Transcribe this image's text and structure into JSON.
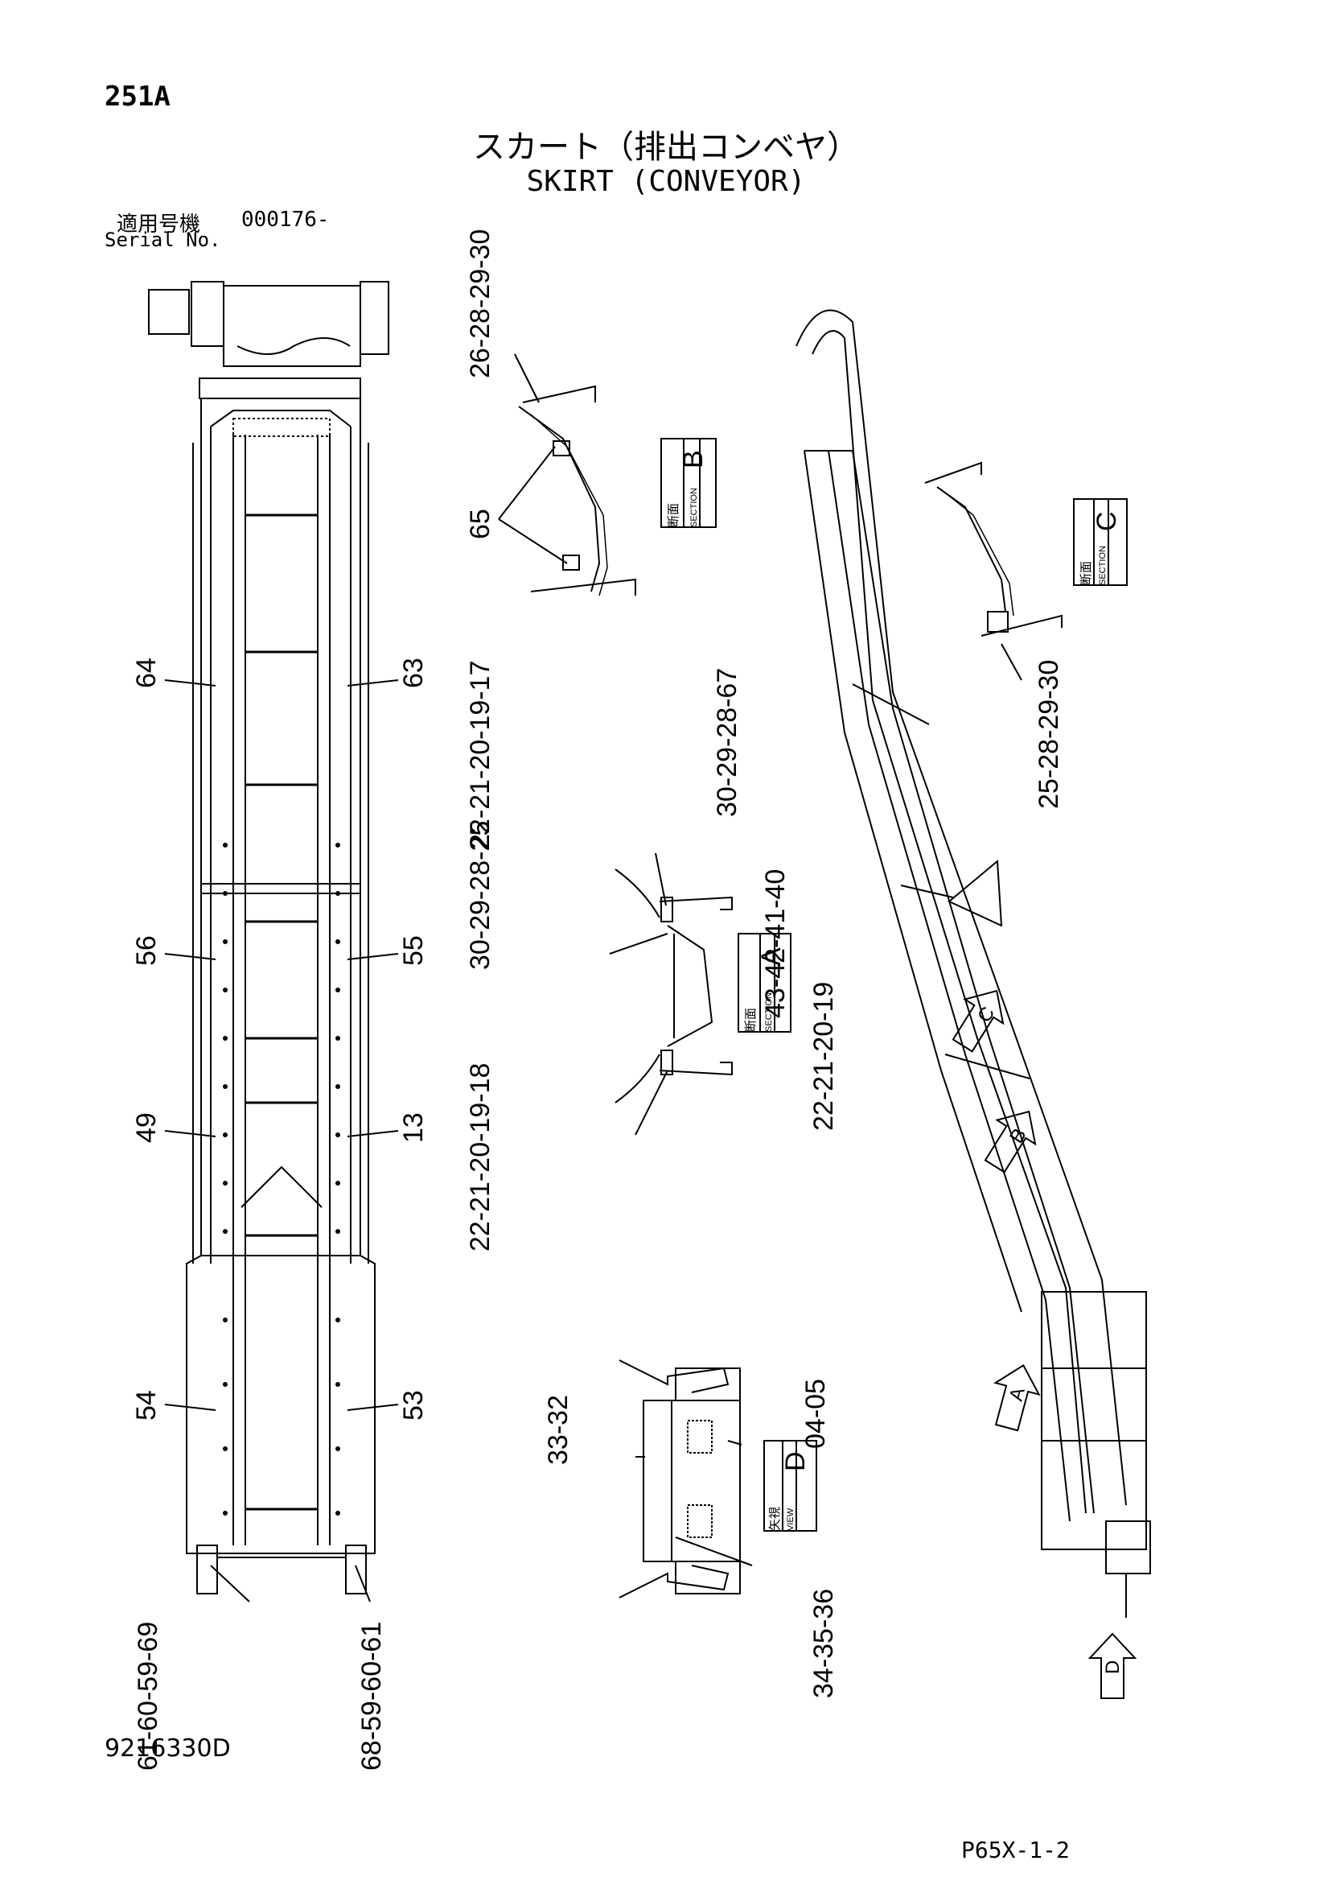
{
  "header": {
    "page_number": "251A",
    "title_jp": "スカート（排出コンベヤ）",
    "title_en": "SKIRT (CONVEYOR)",
    "serial_label_jp": "適用号機",
    "serial_value": "000176-",
    "serial_label_en": "Serial No."
  },
  "footer": {
    "drawing_number": "9216330D",
    "page_code": "P65X-1-2"
  },
  "callouts": {
    "c64": "64",
    "c63": "63",
    "c56": "56",
    "c55": "55",
    "c49": "49",
    "c13": "13",
    "c54": "54",
    "c53": "53",
    "c_bl": "61-60-59-69",
    "c_br": "68-59-60-61",
    "c_b_top": "26-28-29-30",
    "c_b_65": "65",
    "c_a_top": "22-21-20-19-17",
    "c_a_mid": "30-29-28-25",
    "c_a_bot": "22-21-20-19-18",
    "c_d_left": "33-32",
    "c_d_right": "04-05",
    "c_d_bot": "34-35-36",
    "c_r_67": "30-29-28-67",
    "c_r_40": "43-42-41-40",
    "c_r_19": "22-21-20-19",
    "c_c_bot": "25-28-29-30"
  },
  "section_boxes": {
    "B": {
      "letter": "B",
      "kanji": "断面",
      "sub": "SECTION"
    },
    "C": {
      "letter": "C",
      "kanji": "断面",
      "sub": "SECTION"
    },
    "A": {
      "letter": "A",
      "kanji": "断面",
      "sub": "SECTION"
    },
    "D": {
      "letter": "D",
      "kanji": "矢視",
      "sub": "VIEW"
    }
  },
  "view_arrows": {
    "A": "A",
    "B": "B",
    "C": "C",
    "D": "D"
  }
}
